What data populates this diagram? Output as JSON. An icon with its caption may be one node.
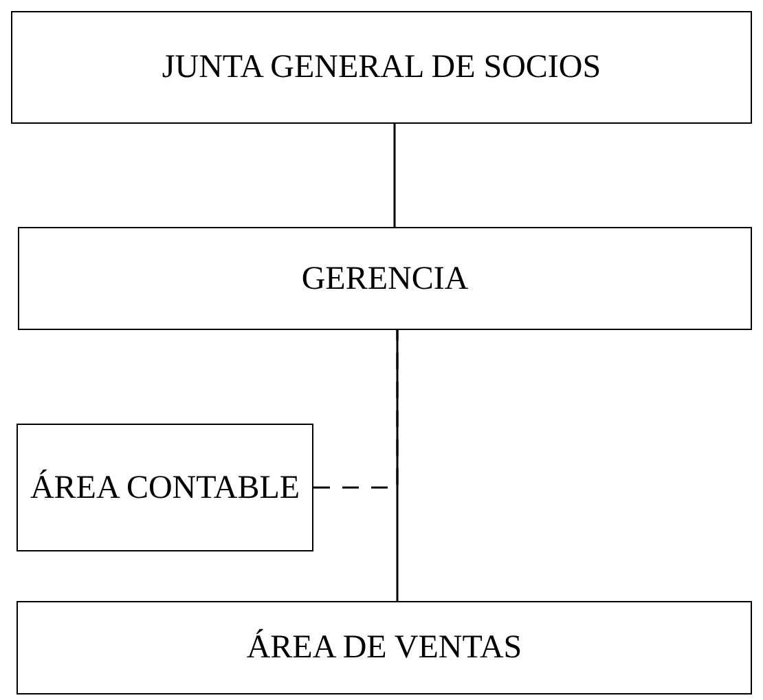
{
  "diagram": {
    "nodes": [
      {
        "text": [
          "JUNTA GENERAL DE SOCIOS"
        ]
      },
      {
        "text": [
          "GERENCIA"
        ]
      },
      {
        "text": [
          "ÁREA CONTABLE"
        ]
      },
      {
        "text": [
          "ÁREA DE VENTAS"
        ]
      }
    ],
    "edges": [
      {
        "from": 0,
        "to": 1,
        "arrow": "none"
      },
      {
        "from": 1,
        "to": 3,
        "arrow": "none"
      },
      {
        "from": 2,
        "to": 1,
        "arrow": "none",
        "style": "dashed"
      }
    ]
  }
}
